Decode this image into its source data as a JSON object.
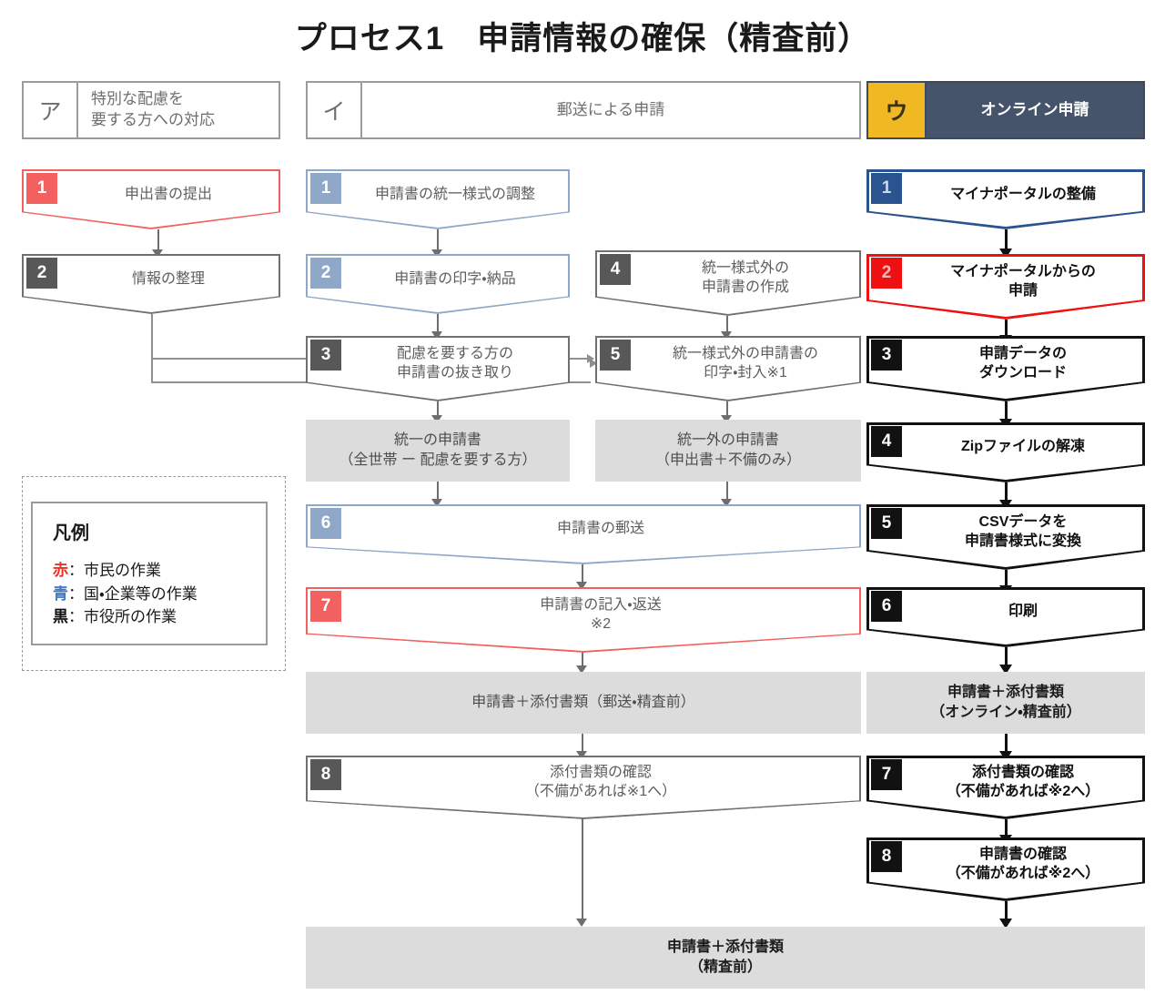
{
  "title": "プロセス1　申請情報の確保（精査前）",
  "columns": {
    "a": {
      "key": "ア",
      "title": "特別な配慮を\n要する方への対応"
    },
    "b": {
      "key": "イ",
      "title": "郵送による申請"
    },
    "c": {
      "key": "ウ",
      "title": "オンライン申請"
    }
  },
  "colors": {
    "citizen_red": "#f2605f",
    "citizen_red_strong": "#ee1111",
    "org_blue": "#8fa8c8",
    "org_blue_strong": "#2a5490",
    "city_gray": "#707070",
    "city_gray_badge": "#585858",
    "city_black": "#111111",
    "header_navy": "#46546b",
    "header_gold": "#f0b823",
    "slab_gray": "#dcdcdc"
  },
  "legend": {
    "title": "凡例",
    "rows": [
      {
        "swatch": "赤",
        "sep": "：",
        "text": "市民の作業"
      },
      {
        "swatch": "青",
        "sep": "：",
        "text": "国・企業等の作業"
      },
      {
        "swatch": "黒",
        "sep": "：",
        "text": "市役所の作業"
      }
    ]
  },
  "col_a_steps": [
    {
      "num": "1",
      "label": "申出書の提出",
      "actor": "citizen"
    },
    {
      "num": "2",
      "label": "情報の整理",
      "actor": "city"
    }
  ],
  "col_b_left_steps": [
    {
      "num": "1",
      "label": "申請書の統一様式の調整",
      "actor": "org"
    },
    {
      "num": "2",
      "label": "申請書の印字・納品",
      "actor": "org"
    },
    {
      "num": "3",
      "label": "配慮を要する方の\n申請書の抜き取り",
      "actor": "city"
    }
  ],
  "col_b_right_steps": [
    {
      "num": "4",
      "label": "統一様式外の\n申請書の作成",
      "actor": "city"
    },
    {
      "num": "5",
      "label": "統一様式外の申請書の\n印字・封入※1",
      "actor": "city"
    }
  ],
  "col_b_outputs": [
    {
      "label": "統一の申請書\n（全世帯 ー 配慮を要する方）"
    },
    {
      "label": "統一外の申請書\n（申出書＋不備のみ）"
    }
  ],
  "col_b_wide_steps": [
    {
      "num": "6",
      "label": "申請書の郵送",
      "actor": "org"
    },
    {
      "num": "7",
      "label": "申請書の記入・返送\n※2",
      "actor": "citizen"
    },
    {
      "num": "8",
      "label": "添付書類の確認\n（不備があれば※1へ）",
      "actor": "city"
    }
  ],
  "col_b_mid_output": {
    "label": "申請書＋添付書類（郵送・精査前）"
  },
  "col_c_steps": [
    {
      "num": "1",
      "label": "マイナポータルの整備",
      "actor": "org_strong"
    },
    {
      "num": "2",
      "label": "マイナポータルからの\n申請",
      "actor": "citizen_strong"
    },
    {
      "num": "3",
      "label": "申請データの\nダウンロード",
      "actor": "black"
    },
    {
      "num": "4",
      "label": "Zipファイルの解凍",
      "actor": "black"
    },
    {
      "num": "5",
      "label": "CSVデータを\n申請書様式に変換",
      "actor": "black"
    },
    {
      "num": "6",
      "label": "印刷",
      "actor": "black"
    }
  ],
  "col_c_output": {
    "label": "申請書＋添付書類\n（オンライン・精査前）"
  },
  "col_c_steps2": [
    {
      "num": "7",
      "label": "添付書類の確認\n（不備があれば※2へ）",
      "actor": "black"
    },
    {
      "num": "8",
      "label": "申請書の確認\n（不備があれば※2へ）",
      "actor": "black"
    }
  ],
  "final_output": {
    "label": "申請書＋添付書類\n（精査前）"
  }
}
